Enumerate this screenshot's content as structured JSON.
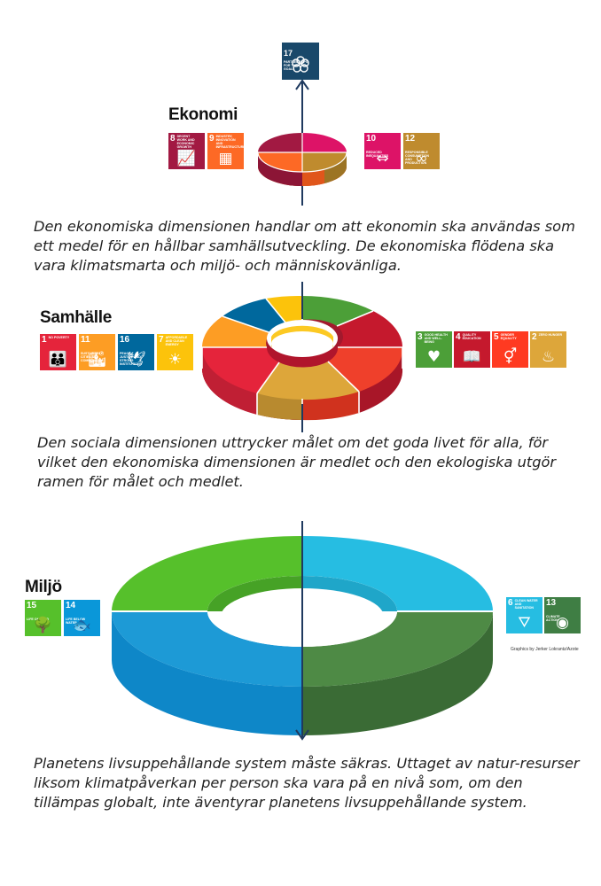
{
  "colors": {
    "axis": "#1f3a5f",
    "sdg1": "#e5243b",
    "sdg2": "#dda63a",
    "sdg3": "#4c9f38",
    "sdg4": "#c5192d",
    "sdg5": "#ff3a21",
    "sdg6": "#26bde2",
    "sdg7": "#fcc30b",
    "sdg8": "#a21942",
    "sdg9": "#fd6925",
    "sdg10": "#dd1367",
    "sdg11": "#fd9d24",
    "sdg12": "#bf8b2e",
    "sdg13": "#3f7e44",
    "sdg14": "#0a97d9",
    "sdg15": "#56c02b",
    "sdg16": "#00689d",
    "sdg17": "#19486a"
  },
  "top_goal": {
    "number": "17",
    "label": "Partnerships for the goals",
    "icon": "partnership-flower-icon"
  },
  "ekonomi": {
    "heading": "Ekonomi",
    "left_goals": [
      {
        "number": "8",
        "label": "Decent work and economic growth",
        "icon": "growth-chart-icon",
        "glyph": "📈"
      },
      {
        "number": "9",
        "label": "Industry, innovation and infrastructure",
        "icon": "cubes-icon",
        "glyph": "▦"
      }
    ],
    "right_goals": [
      {
        "number": "10",
        "label": "Reduced inequalities",
        "icon": "equality-arrows-icon",
        "glyph": "⇔"
      },
      {
        "number": "12",
        "label": "Responsible consumption and production",
        "icon": "infinity-icon",
        "glyph": "∞"
      }
    ],
    "text": "Den ekonomiska dimensionen handlar om att ekonomin ska användas som ett medel för en hållbar samhällsutveckling. De ekonomiska flödena ska vara klimatsmarta och miljö- och människovänliga."
  },
  "samhalle": {
    "heading": "Samhälle",
    "left_goals": [
      {
        "number": "1",
        "label": "No poverty",
        "icon": "family-icon",
        "glyph": "👪"
      },
      {
        "number": "11",
        "label": "Sustainable cities and communities",
        "icon": "city-icon",
        "glyph": "🏙"
      },
      {
        "number": "16",
        "label": "Peace, justice and strong institutions",
        "icon": "dove-icon",
        "glyph": "🕊"
      },
      {
        "number": "7",
        "label": "Affordable and clean energy",
        "icon": "sun-icon",
        "glyph": "☀"
      }
    ],
    "right_goals": [
      {
        "number": "3",
        "label": "Good health and well-being",
        "icon": "heartbeat-icon",
        "glyph": "♥"
      },
      {
        "number": "4",
        "label": "Quality education",
        "icon": "book-icon",
        "glyph": "📖"
      },
      {
        "number": "5",
        "label": "Gender equality",
        "icon": "gender-icon",
        "glyph": "⚥"
      },
      {
        "number": "2",
        "label": "Zero hunger",
        "icon": "bowl-icon",
        "glyph": "♨"
      }
    ],
    "text": "Den sociala dimensionen uttrycker målet om det goda livet för alla, för vilket den ekonomiska dimensionen är medlet och den ekologiska utgör ramen för målet och medlet."
  },
  "miljo": {
    "heading": "Miljö",
    "left_goals": [
      {
        "number": "15",
        "label": "Life on land",
        "icon": "tree-icon",
        "glyph": "🌳"
      },
      {
        "number": "14",
        "label": "Life below water",
        "icon": "fish-icon",
        "glyph": "🐟"
      }
    ],
    "right_goals": [
      {
        "number": "6",
        "label": "Clean water and sanitation",
        "icon": "water-glass-icon",
        "glyph": "⛛"
      },
      {
        "number": "13",
        "label": "Climate action",
        "icon": "eye-earth-icon",
        "glyph": "◉"
      }
    ],
    "credit": "Graphics by Jerker Lokrantz/Azote",
    "text": "Planetens livsuppehållande system måste säkras. Uttaget av natur-resurser liksom klimatpåverkan per person ska vara på en nivå som, om den tillämpas globalt, inte äventyrar planetens livsuppehållande system."
  }
}
